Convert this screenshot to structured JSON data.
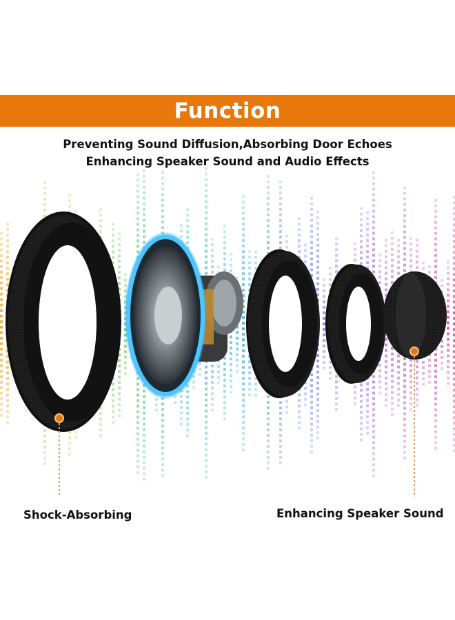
{
  "banner": {
    "title": "Function",
    "color": "#e8780c"
  },
  "subtitle": {
    "line1": "Preventing Sound Diffusion,Absorbing Door Echoes",
    "line2": "Enhancing Speaker Sound and Audio Effects"
  },
  "captions": {
    "left": "Shock-Absorbing",
    "right": "Enhancing Speaker Sound"
  },
  "colors": {
    "foam": "#1a1a1a",
    "speaker_glow": "#33b9ff",
    "marker": "#e8780c",
    "equalizer_gradient": [
      "#e3a11b",
      "#a3c83a",
      "#2fb86b",
      "#33b7d6",
      "#5b7be0",
      "#a05ad8",
      "#d4409a"
    ]
  }
}
